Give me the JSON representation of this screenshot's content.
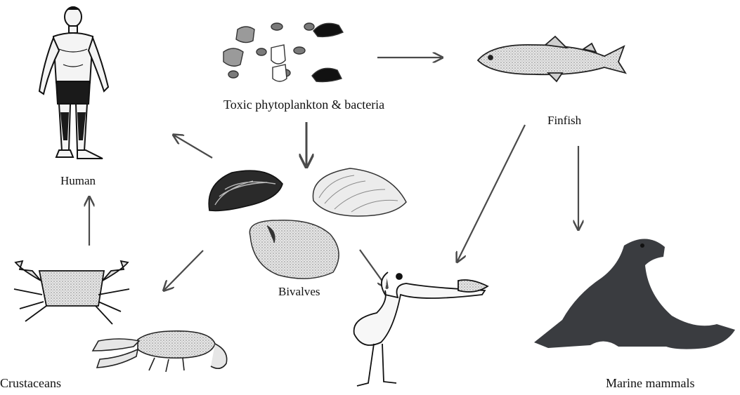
{
  "labels": {
    "toxic": "Toxic phytoplankton & bacteria",
    "finfish": "Finfish",
    "human": "Human",
    "bivalves": "Bivalves",
    "crustaceans": "Crustaceans",
    "marine_mammals": "Marine mammals"
  },
  "colors": {
    "arrow": "#4a4a4a",
    "ink": "#1a1a1a",
    "seal": "#3a3c40",
    "stipple": "#bdbdbd"
  }
}
